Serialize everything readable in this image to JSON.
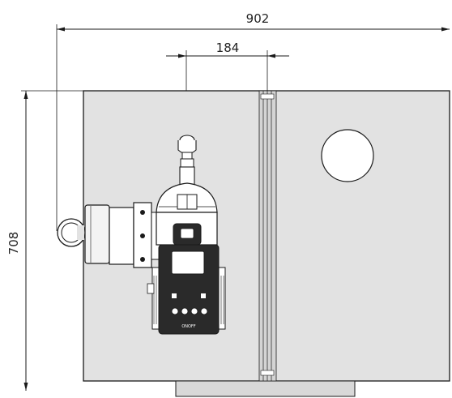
{
  "dimensions": {
    "overall_width": "902",
    "pump_offset": "184",
    "overall_height": "708"
  },
  "display_label": "ONOFF"
}
